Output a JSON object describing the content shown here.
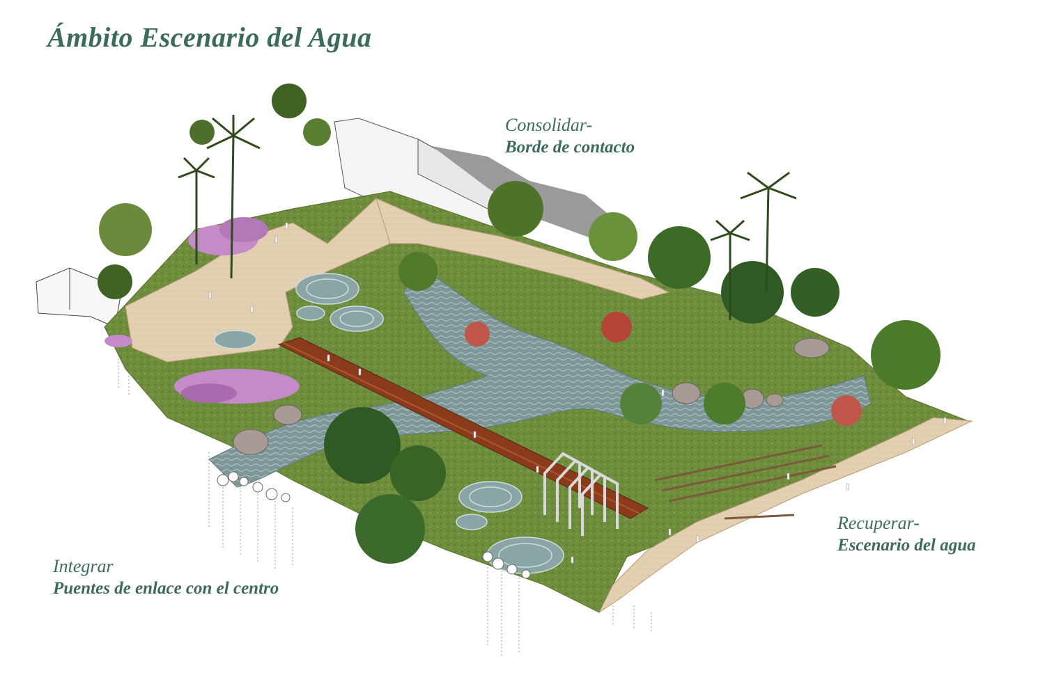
{
  "title": "Ámbito Escenario del Agua",
  "labels": {
    "top": {
      "line1": "Consolidar-",
      "line2": "Borde de contacto"
    },
    "right": {
      "line1": "Recuperar-",
      "line2": "Escenario del agua"
    },
    "left": {
      "line1": "Integrar",
      "line2": "Puentes de enlace con el centro"
    }
  },
  "colors": {
    "text": "#3d6a5e",
    "grass": "#6f8f3f",
    "water": "#7f9a9c",
    "plaza": "#e4cfb0",
    "bridge": "#8a3b1c",
    "flowers": "#c58bc9"
  }
}
